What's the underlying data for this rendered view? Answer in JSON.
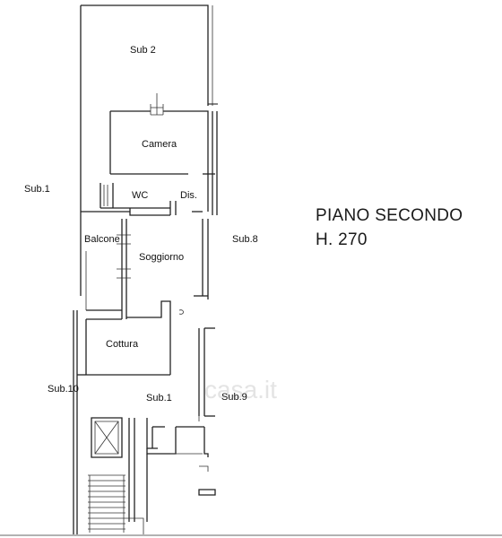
{
  "plan": {
    "floor_title": "PIANO SECONDO",
    "height_label": "H. 270",
    "watermark": "casa.it",
    "rooms": {
      "sub2": "Sub 2",
      "camera": "Camera",
      "wc": "WC",
      "dis": "Dis.",
      "balcone": "Balcone",
      "soggiorno": "Soggiorno",
      "cottura": "Cottura",
      "sub1_center": "Sub.1"
    },
    "neighbors": {
      "sub1_left": "Sub.1",
      "sub8": "Sub.8",
      "sub10": "Sub.10",
      "sub9": "Sub.9"
    }
  }
}
